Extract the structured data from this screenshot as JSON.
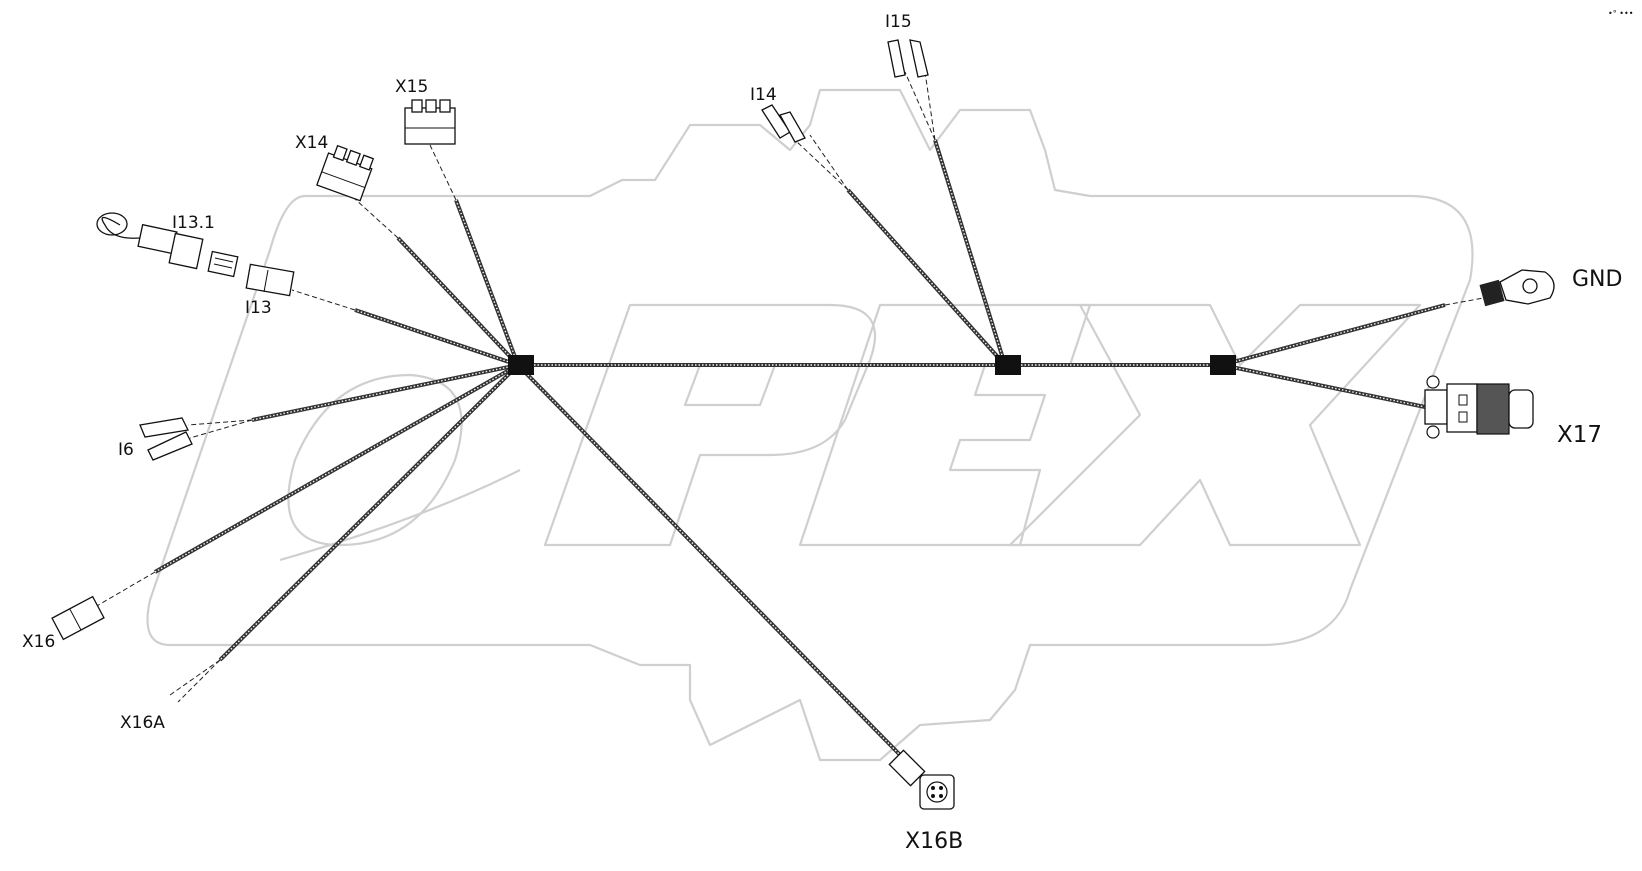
{
  "watermark": {
    "text": "OPEX",
    "icon": "gear-watermark"
  },
  "junctions": [
    {
      "id": "junction-main"
    },
    {
      "id": "junction-middle"
    },
    {
      "id": "junction-right"
    }
  ],
  "labels": {
    "I13_1": "I13.1",
    "I13": "I13",
    "X14": "X14",
    "X15": "X15",
    "I14": "I14",
    "I15": "I15",
    "GND": "GND",
    "X17": "X17",
    "I6": "I6",
    "X16": "X16",
    "X16A": "X16A",
    "X16B": "X16B"
  },
  "corner_mark": "•° •••"
}
